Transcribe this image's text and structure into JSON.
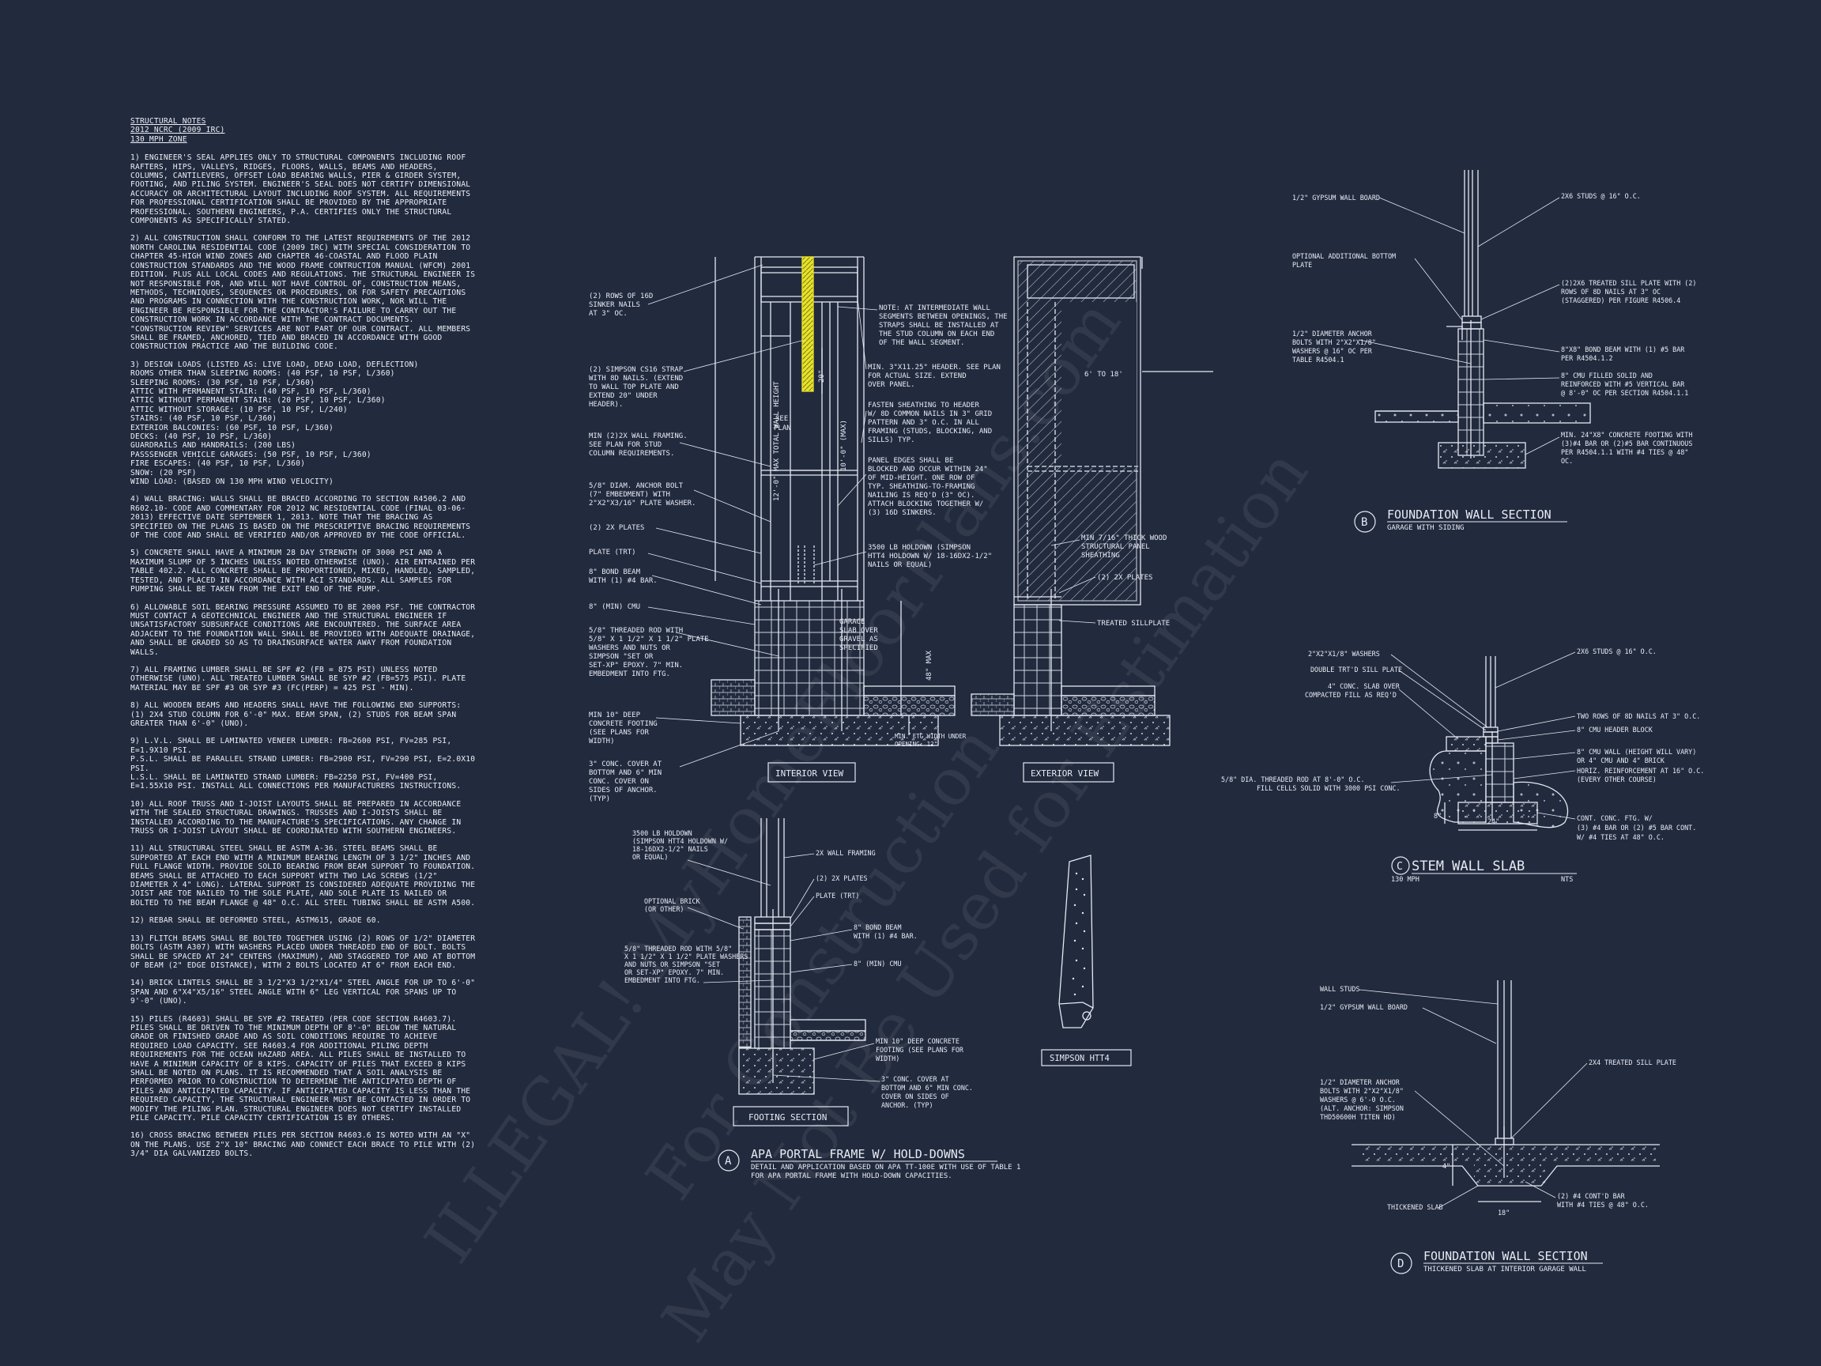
{
  "notes": {
    "title": "STRUCTURAL NOTES",
    "code": "2012 NCRC (2009 IRC)",
    "zone": "130 mph ZONE",
    "paragraphs": [
      "1) ENGINEER'S SEAL APPLIES ONLY TO STRUCTURAL COMPONENTS INCLUDING ROOF RAFTERS, HIPS, VALLEYS, RIDGES, FLOORS, WALLS, BEAMS AND HEADERS, COLUMNS, CANTILEVERS, OFFSET LOAD BEARING WALLS, PIER & GIRDER SYSTEM, FOOTING, AND PILING SYSTEM. ENGINEER'S SEAL DOES NOT CERTIFY DIMENSIONAL ACCURACY OR ARCHITECTURAL LAYOUT INCLUDING ROOF SYSTEM. ALL REQUIREMENTS FOR PROFESSIONAL CERTIFICATION SHALL BE PROVIDED BY THE APPROPRIATE PROFESSIONAL. SOUTHERN ENGINEERS, P.A. CERTIFIES ONLY THE STRUCTURAL COMPONENTS AS SPECIFICALLY STATED.",
      "2) ALL CONSTRUCTION SHALL CONFORM TO THE LATEST REQUIREMENTS OF THE 2012 NORTH CAROLINA RESIDENTIAL CODE (2009 IRC) WITH SPECIAL CONSIDERATION TO CHAPTER 45-HIGH WIND ZONES AND CHAPTER 46-COASTAL AND FLOOD PLAIN CONSTRUCTION STANDARDS AND THE WOOD FRAME CONTRUCTION MANUAL (WFCM) 2001 EDITION. PLUS ALL LOCAL CODES AND REGULATIONS. THE STRUCTURAL ENGINEER IS NOT RESPONSIBLE FOR, AND WILL NOT HAVE CONTROL OF, CONSTRUCTION MEANS, METHODS, TECHNIQUES, SEQUENCES OR PROCEDURES, OR FOR SAFETY PRECAUTIONS AND PROGRAMS IN CONNECTION WITH THE CONSTRUCTION WORK, NOR WILL THE ENGINEER BE RESPONSIBLE FOR THE CONTRACTOR'S FAILURE TO CARRY OUT THE CONSTRUCTION WORK IN ACCORDANCE WITH THE CONTRACT DOCUMENTS. \"CONSTRUCTION REVIEW\" SERVICES ARE NOT PART OF OUR CONTRACT. ALL MEMBERS SHALL BE FRAMED, ANCHORED, TIED AND BRACED IN ACCORDANCE WITH GOOD CONSTRUCTION PRACTICE AND THE BUILDING CODE."
    ],
    "loads_title": "3) DESIGN LOADS (LISTED AS: LIVE LOAD, DEAD LOAD, DEFLECTION)",
    "loads": [
      "ROOMS OTHER THAN SLEEPING ROOMS: (40 PSF, 10 PSF, L/360)",
      "SLEEPING ROOMS: (30 PSF, 10 PSF, L/360)",
      "ATTIC WITH PERMANENT STAIR: (40 PSF, 10 PSF, L/360)",
      "ATTIC WITHOUT PERMANENT STAIR: (20 PSF, 10 PSF, L/360)",
      "ATTIC WITHOUT STORAGE: (10 PSF, 10 PSF, L/240)",
      "STAIRS: (40 PSF, 10 PSF, L/360)",
      "EXTERIOR BALCONIES: (60 PSF, 10 PSF, L/360)",
      "DECKS: (40 PSF, 10 PSF, L/360)",
      "GUARDRAILS AND HANDRAILS: (200 LBS)",
      "PASSSENGER VEHICLE GARAGES: (50 PSF, 10 PSF, L/360)",
      "FIRE ESCAPES: (40 PSF, 10 PSF, L/360)",
      "SNOW: (20 PSF)",
      "WIND LOAD: (BASED ON 130 MPH WIND VELOCITY)"
    ],
    "paragraphs2": [
      "4) WALL BRACING: WALLS SHALL BE BRACED ACCORDING TO SECTION R4506.2 AND R602.10- CODE AND COMMENTARY FOR 2012 NC RESIDENTIAL CODE (FINAL 03-06-2013) EFFECTIVE DATE SEPTEMBER 1, 2013. NOTE THAT THE BRACING AS SPECIFIED ON THE PLANS IS BASED ON THE PRESCRIPTIVE BRACING REQUIREMENTS OF THE CODE AND SHALL BE VERIFIED AND/OR APPROVED BY THE CODE OFFICIAL.",
      "5) CONCRETE SHALL HAVE A MINIMUM 28 DAY STRENGTH OF 3000 PSI AND A MAXIMUM SLUMP OF 5 INCHES UNLESS NOTED OTHERWISE (UNO). AIR ENTRAINED PER TABLE 402.2. ALL CONCRETE SHALL BE PROPORTIONED, MIXED, HANDLED, SAMPLED, TESTED, AND PLACED IN ACCORDANCE WITH ACI STANDARDS. ALL SAMPLES FOR PUMPING SHALL BE TAKEN FROM THE EXIT END OF THE PUMP.",
      "6) ALLOWABLE SOIL BEARING PRESSURE ASSUMED TO BE 2000 PSF. THE CONTRACTOR MUST CONTACT A GEOTECHNICAL ENGINEER AND THE STRUCTURAL ENGINEER IF UNSATISFACTORY SUBSURFACE CONDITIONS ARE ENCOUNTERED. THE SURFACE AREA ADJACENT TO THE FOUNDATION WALL SHALL BE PROVIDED WITH ADEQUATE DRAINAGE, AND SHALL BE GRADED SO AS TO DRAINSURFACE WATER AWAY FROM FOUNDATION WALLS.",
      "7) ALL FRAMING LUMBER SHALL BE SPF #2 (Fb = 875 PSI) UNLESS NOTED OTHERWISE (UNO). ALL TREATED LUMBER SHALL BE SYP #2 (Fb=575 PSI). PLATE MATERIAL MAY BE SPF #3 OR SYP #3 (Fc(perp) = 425 PSI - MIN).",
      "8) ALL WOODEN BEAMS AND HEADERS SHALL HAVE THE FOLLOWING END SUPPORTS: (1) 2x4 STUD COLUMN FOR 6'-0\" MAX. BEAM SPAN, (2) STUDS FOR BEAM SPAN GREATER THAN 6'-0\" (UNO)."
    ],
    "lumber": [
      "9) L.V.L. SHALL BE LAMINATED VENEER LUMBER: Fb=2600 PSI, Fv=285 PSI, E=1.9x10 PSI.",
      "P.S.L. SHALL BE PARALLEL STRAND LUMBER: Fb=2900 PSI, Fv=290 PSI, E=2.0x10 PSI.",
      "L.S.L. SHALL BE LAMINATED STRAND LUMBER: Fb=2250 PSI, Fv=400 PSI, E=1.55x10 PSI. INSTALL ALL CONNECTIONS PER MANUFACTURERS INSTRUCTIONS."
    ],
    "paragraphs3": [
      "10) ALL ROOF TRUSS AND I-JOIST LAYOUTS SHALL BE PREPARED IN ACCORDANCE WITH THE SEALED STRUCTURAL DRAWINGS. TRUSSES AND I-JOISTS SHALL BE INSTALLED ACCORDING TO THE MANUFACTURE'S SPECIFICATIONS. ANY CHANGE IN TRUSS OR I-JOIST LAYOUT SHALL BE COORDINATED WITH SOUTHERN ENGINEERS.",
      "11) ALL STRUCTURAL STEEL SHALL BE ASTM A-36. STEEL BEAMS SHALL BE SUPPORTED AT EACH END WITH A MINIMUM BEARING LENGTH OF 3 1/2\" INCHES AND FULL FLANGE WIDTH. PROVIDE SOLID BEARING FROM BEAM SUPPORT TO FOUNDATION. BEAMS SHALL BE ATTACHED TO EACH SUPPORT WITH TWO LAG SCREWS (1/2\" DIAMETER x 4\" LONG). LATERAL SUPPORT IS CONSIDERED ADEQUATE PROVIDING THE JOIST ARE TOE NAILED TO THE SOLE PLATE, AND SOLE PLATE IS NAILED OR BOLTED TO THE BEAM FLANGE @ 48\" O.C. ALL STEEL TUBING SHALL BE ASTM A500.",
      "12) REBAR SHALL BE DEFORMED STEEL, ASTM615, GRADE 60.",
      "13) FLITCH BEAMS SHALL BE BOLTED TOGETHER USING (2) ROWS OF 1/2\" DIAMETER BOLTS (ASTM A307) WITH WASHERS PLACED UNDER THREADED END OF BOLT. BOLTS SHALL BE SPACED AT 24\" CENTERS (MAXIMUM), AND STAGGERED TOP AND AT BOTTOM OF BEAM (2\" EDGE DISTANCE), WITH 2 BOLTS LOCATED AT 6\" FROM EACH END.",
      "14) BRICK LINTELS SHALL BE 3 1/2\"x3 1/2\"x1/4\" STEEL ANGLE FOR UP TO 6'-0\" SPAN AND 6\"x4\"x5/16\" STEEL ANGLE WITH 6\" LEG VERTICAL FOR SPANS UP TO 9'-0\" (UNO).",
      "15) PILES (R4603) SHALL BE SYP #2 TREATED (PER CODE SECTION R4603.7). PILES SHALL BE DRIVEN TO THE MINIMUM DEPTH OF 8'-0\" BELOW THE NATURAL GRADE OR FINISHED GRADE AND AS SOIL CONDITIONS REQUIRE TO ACHIEVE REQUIRED LOAD CAPACITY. SEE R4603.4 FOR ADDITIONAL PILING DEPTH REQUIREMENTS FOR THE OCEAN HAZARD AREA. ALL PILES SHALL BE INSTALLED TO HAVE A MINIMUM CAPACITY OF 8 KIPS. CAPACITY OF PILES THAT EXCEED 8 KIPS SHALL BE NOTED ON PLANS. IT IS RECOMMENDED THAT A SOIL ANALYSIS BE PERFORMED PRIOR TO CONSTRUCTION TO DETERMINE THE ANTICIPATED DEPTH OF PILES AND ANTICIPATED CAPACITY. IF ANTICIPATED CAPACITY IS LESS THAN THE REQUIRED CAPACITY, THE STRUCTURAL ENGINEER MUST BE CONTACTED IN ORDER TO MODIFY THE PILING PLAN. STRUCTURAL ENGINEER DOES NOT CERTIFY INSTALLED PILE CAPACITY. PILE CAPACITY CERTIFICATION IS BY OTHERS.",
      "16) CROSS BRACING BETWEEN PILES PER SECTION R4603.6 IS NOTED WITH AN \"X\" ON THE PLANS. USE 2\"x 10\" BRACING AND CONNECT EACH BRACE TO PILE WITH (2) 3/4\" DIA GALVANIZED BOLTS."
    ]
  },
  "detail_a": {
    "left": {
      "l1": "(2) ROWS OF 16d",
      "l2": "SINKER NAILS",
      "l3": "AT 3\" OC.",
      "l4": "(2) SIMPSON CS16 STRAP",
      "l5": "WITH 8d NAILS. (EXTEND",
      "l6": "TO WALL TOP PLATE AND",
      "l7": "EXTEND 20\" UNDER",
      "l8": "HEADER).",
      "l9": "MIN (2)2X WALL FRAMING.",
      "l10": "SEE PLAN FOR STUD",
      "l11": "COLUMN REQUIREMENTS.",
      "l12": "5/8\" DIAM. ANCHOR BOLT",
      "l13": "(7\" EMBEDMENT) WITH",
      "l14": "2\"x2\"x3/16\" PLATE WASHER.",
      "l15": "(2) 2x PLATES",
      "l16": "PLATE (TRT)",
      "l17": "8\" BOND BEAM",
      "l18": "WITH (1) #4 BAR.",
      "l19": "8\" (MIN) CMU",
      "l20": "5/8\" THREADED ROD WITH",
      "l21": "5/8\" x 1 1/2\" x 1 1/2\" PLATE",
      "l22": "WASHERS AND NUTS OR",
      "l23": "SIMPSON \"SET OR",
      "l24": "SET-XP\" EPOXY. 7\" MIN.",
      "l25": "EMBEDMENT INTO FTG.",
      "l26": "MIN 10\" DEEP",
      "l27": "CONCRETE FOOTING",
      "l28": "(SEE PLANS FOR",
      "l29": "WIDTH)",
      "l30": "3\" CONC. COVER AT",
      "l31": "BOTTOM AND 6\" MIN",
      "l32": "CONC. COVER ON",
      "l33": "SIDES OF ANCHOR.",
      "l34": "(TYP)"
    },
    "mid": {
      "m1": "NOTE: AT INTERMEDIATE WALL",
      "m2": "SEGMENTS BETWEEN OPENINGS, THE",
      "m3": "STRAPS SHALL BE INSTALLED AT",
      "m4": "THE STUD COLUMN ON EACH END",
      "m5": "OF THE WALL SEGMENT.",
      "m6": "MIN. 3\"x11.25\" HEADER. SEE PLAN",
      "m7": "FOR ACTUAL SIZE. EXTEND",
      "m8": "OVER PANEL.",
      "m9": "FASTEN SHEATHING TO HEADER",
      "m10": "W/ 8d COMMON NAILS IN 3\" GRID",
      "m11": "PATTERN AND 3\" O.C. IN ALL",
      "m12": "FRAMING (STUDS, BLOCKING, AND",
      "m13": "SILLS) TYP.",
      "m14": "PANEL EDGES SHALL BE",
      "m15": "BLOCKED AND OCCUR WITHIN 24\"",
      "m16": "OF MID-HEIGHT. ONE ROW OF",
      "m17": "TYP. SHEATHING-TO-FRAMING",
      "m18": "NAILING IS REQ'D (3\" OC).",
      "m19": "ATTACH BLOCKING TOGETHER W/",
      "m20": "(3) 16d SINKERS.",
      "m21": "3500 LB HOLDOWN (SIMPSON",
      "m22": "HTT4 HOLDOWN W/ 18-16dx2-1/2\"",
      "m23": "NAILS OR EQUAL)",
      "m24": "GARAGE",
      "m25": "SLAB OVER",
      "m26": "GRAVEL AS",
      "m27": "SPECIFIED",
      "m28": "MIN. FTG WIDTH UNDER",
      "m29": "OPENING: 12\"",
      "dim_20": "20\"",
      "dim_see": "SEE",
      "dim_plan": "PLAN",
      "dim_10": "10'-0\" (MAX)",
      "dim_12": "12'-0\" MAX TOTAL WALL HEIGHT",
      "dim_48": "48\" MAX",
      "dim_6to18": "6' TO 18'"
    },
    "right": {
      "r1": "MIN 7/16\" THICK WOOD",
      "r2": "STRUCTURAL PANEL",
      "r3": "SHEATHING",
      "r4": "(2) 2x PLATES",
      "r5": "TREATED SILLPLATE"
    },
    "interior_label": "INTERIOR VIEW",
    "exterior_label": "EXTERIOR VIEW",
    "footing": {
      "f1": "3500 LB HOLDOWN",
      "f2": "(SIMPSON HTT4 HOLDOWN W/",
      "f3": "18-16dx2-1/2\" NAILS",
      "f4": "OR EQUAL)",
      "f5": "OPTIONAL BRICK",
      "f6": "(OR OTHER)",
      "f7": "5/8\" THREADED ROD WITH 5/8\"",
      "f8": "x 1 1/2\" x 1 1/2\" PLATE WASHERS",
      "f9": "AND NUTS OR SIMPSON \"SET",
      "f10": "OR SET-XP\" EPOXY. 7\" MIN.",
      "f11": "EMBEDMENT INTO FTG.",
      "f12": "2X WALL FRAMING",
      "f13": "(2) 2x PLATES",
      "f14": "PLATE (TRT)",
      "f15": "8\" BOND BEAM",
      "f16": "WITH (1) #4 BAR.",
      "f17": "8\" (MIN) CMU",
      "f18": "MIN 10\" DEEP CONCRETE",
      "f19": "FOOTING (SEE PLANS FOR",
      "f20": "WIDTH)",
      "f21": "3\" CONC. COVER AT",
      "f22": "BOTTOM AND 6\" MIN CONC.",
      "f23": "COVER ON SIDES OF",
      "f24": "ANCHOR. (TYP)",
      "label": "FOOTING SECTION"
    },
    "htt4_label": "SIMPSON HTT4",
    "title_letter": "A",
    "title": "APA PORTAL FRAME W/ HOLD-DOWNS",
    "desc1": "DETAIL AND APPLICATION BASED ON APA TT-100E WITH USE OF TABLE 1",
    "desc2": "FOR APA PORTAL FRAME WITH HOLD-DOWN CAPACITIES."
  },
  "detail_b": {
    "b1": "1/2\" GYPSUM WALL BOARD",
    "b2": "2x6 STUDS @ 16\" O.C.",
    "b3": "OPTIONAL ADDITIONAL BOTTOM",
    "b4": "PLATE",
    "b5": "(2)2x6 TREATED SILL PLATE WITH (2)",
    "b6": "ROWS OF 8d NAILS AT 3\" OC",
    "b7": "(STAGGERED) PER FIGURE R4506.4",
    "b8": "1/2\" DIAMETER ANCHOR",
    "b9": "BOLTS WITH 2\"x2\"x1/8\"",
    "b10": "WASHERS @ 16\" OC PER",
    "b11": "TABLE R4504.1",
    "b12": "8\"x8\" BOND BEAM WITH (1) #5 BAR",
    "b13": "PER R4504.1.2",
    "b14": "8\" CMU FILLED SOLID AND",
    "b15": "REINFORCED WITH #5 VERTICAL BAR",
    "b16": "@ 8'-0\" OC PER SECTION R4504.1.1",
    "b17": "MIN. 24\"x8\" CONCRETE FOOTING WITH",
    "b18": "(3)#4 BAR OR (2)#5 BAR CONTINUOUS",
    "b19": "PER R4504.1.1 WITH #4 TIES @ 48\"",
    "b20": "OC.",
    "letter": "B",
    "title": "FOUNDATION WALL SECTION",
    "subtitle": "GARAGE WITH SIDING"
  },
  "detail_c": {
    "c1": "2\"x2\"x1/8\" WASHERS",
    "c2": "DOUBLE TRT'D SILL PLATE",
    "c3": "4\" CONC. SLAB OVER",
    "c4": "COMPACTED FILL AS REQ'D",
    "c5": "5/8\" DIA. THREADED ROD AT 8'-0\" O.C.",
    "c6": "FILL CELLS SOLID WITH 3000 PSI CONC.",
    "c7": "2x6 STUDS @ 16\" O.C.",
    "c8": "TWO ROWS OF 8d NAILS AT 3\" O.C.",
    "c9": "8\" CMU HEADER BLOCK",
    "c10": "8\" CMU WALL (HEIGHT WILL VARY)",
    "c11": "OR 4\" CMU AND 4\" BRICK",
    "c12": "HORIZ. REINFORCEMENT AT 16\" O.C.",
    "c13": "(EVERY OTHER COURSE)",
    "c14": "CONT. CONC. FTG. w/",
    "c15": "(3) #4 BAR OR (2) #5 BAR CONT.",
    "c16": "w/ #4 TIES AT 48\" O.C.",
    "dim24": "24\"",
    "dim8": "8\"",
    "letter": "C",
    "title": "STEM WALL SLAB",
    "sub1": "130 MPH",
    "sub2": "NTS"
  },
  "detail_d": {
    "d1": "WALL STUDS",
    "d2": "1/2\" GYPSUM WALL BOARD",
    "d3": "2x4 TREATED SILL PLATE",
    "d4": "1/2\" DIAMETER ANCHOR",
    "d5": "BOLTS WITH 2\"x2\"x1/8\"",
    "d6": "WASHERS @ 6'-0 O.C.",
    "d7": "(ALT. ANCHOR: SIMPSON",
    "d8": "THD50600H TITEN HD)",
    "d9": "(2) #4 CONT'D BAR",
    "d10": "WITH #4 TIES @ 48\" O.C.",
    "d11": "THICKENED SLAB",
    "dim18": "18\"",
    "dim4": "4\"",
    "letter": "D",
    "title": "FOUNDATION WALL SECTION",
    "subtitle": "THICKENED SLAB AT INTERIOR GARAGE WALL"
  },
  "watermark": {
    "w1": "ILLEGAL!  MyHomeFloorPlans.com",
    "w2": "For Construction",
    "w3": "May Not Be Used for Estimation"
  },
  "colors": {
    "background": "#222a3e",
    "line": "#e6e9f0",
    "highlight": "#e8e227"
  }
}
